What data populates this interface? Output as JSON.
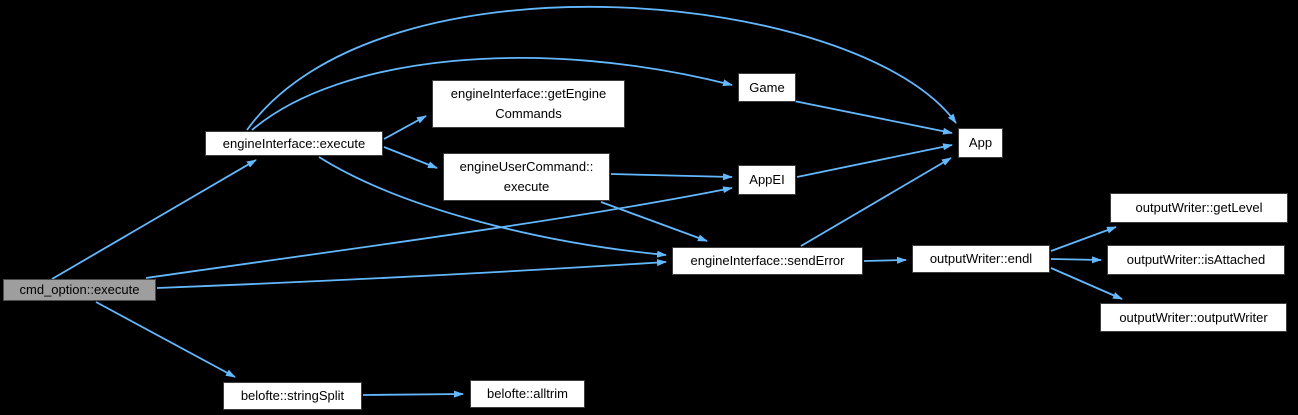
{
  "diagram": {
    "type": "call-graph",
    "background_color": "#000000",
    "edge_color": "#63b8ff",
    "node_fill_color": "#ffffff",
    "highlighted_node_fill_color": "#9e9e9e",
    "nodes": [
      {
        "id": "cmd_option_execute",
        "label": "cmd_option::execute",
        "highlighted": true
      },
      {
        "id": "engineInterface_execute",
        "label": "engineInterface::execute"
      },
      {
        "id": "engineInterface_getEngineCommands",
        "label": "engineInterface::getEngine Commands",
        "lines": [
          "engineInterface::getEngine",
          "Commands"
        ]
      },
      {
        "id": "engineUserCommand_execute",
        "label": "engineUserCommand:: execute",
        "lines": [
          "engineUserCommand::",
          "execute"
        ]
      },
      {
        "id": "Game",
        "label": "Game"
      },
      {
        "id": "AppEI",
        "label": "AppEI"
      },
      {
        "id": "App",
        "label": "App"
      },
      {
        "id": "engineInterface_sendError",
        "label": "engineInterface::sendError"
      },
      {
        "id": "outputWriter_endl",
        "label": "outputWriter::endl"
      },
      {
        "id": "outputWriter_getLevel",
        "label": "outputWriter::getLevel"
      },
      {
        "id": "outputWriter_isAttached",
        "label": "outputWriter::isAttached"
      },
      {
        "id": "outputWriter_outputWriter",
        "label": "outputWriter::outputWriter"
      },
      {
        "id": "belofte_stringSplit",
        "label": "belofte::stringSplit"
      },
      {
        "id": "belofte_alltrim",
        "label": "belofte::alltrim"
      }
    ],
    "edges": [
      {
        "from": "cmd_option_execute",
        "to": "engineInterface_execute"
      },
      {
        "from": "cmd_option_execute",
        "to": "AppEI"
      },
      {
        "from": "cmd_option_execute",
        "to": "engineInterface_sendError"
      },
      {
        "from": "cmd_option_execute",
        "to": "belofte_stringSplit"
      },
      {
        "from": "engineInterface_execute",
        "to": "engineInterface_getEngineCommands"
      },
      {
        "from": "engineInterface_execute",
        "to": "engineUserCommand_execute"
      },
      {
        "from": "engineInterface_execute",
        "to": "Game"
      },
      {
        "from": "engineInterface_execute",
        "to": "App"
      },
      {
        "from": "engineInterface_execute",
        "to": "engineInterface_sendError"
      },
      {
        "from": "engineUserCommand_execute",
        "to": "AppEI"
      },
      {
        "from": "engineUserCommand_execute",
        "to": "engineInterface_sendError"
      },
      {
        "from": "Game",
        "to": "App"
      },
      {
        "from": "AppEI",
        "to": "App"
      },
      {
        "from": "engineInterface_sendError",
        "to": "App"
      },
      {
        "from": "engineInterface_sendError",
        "to": "outputWriter_endl"
      },
      {
        "from": "outputWriter_endl",
        "to": "outputWriter_getLevel"
      },
      {
        "from": "outputWriter_endl",
        "to": "outputWriter_isAttached"
      },
      {
        "from": "outputWriter_endl",
        "to": "outputWriter_outputWriter"
      },
      {
        "from": "belofte_stringSplit",
        "to": "belofte_alltrim"
      }
    ]
  }
}
